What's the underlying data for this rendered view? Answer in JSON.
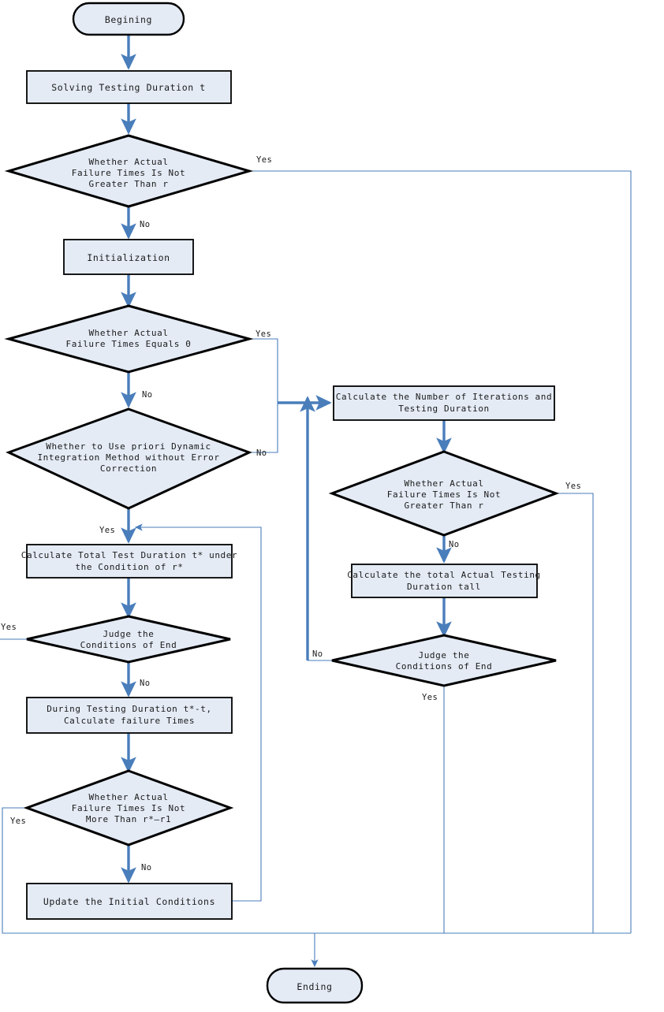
{
  "diagram": {
    "title": "Software Reliability Testing Duration Flowchart",
    "type": "flowchart",
    "colors": {
      "node_fill": "#e4ebf5",
      "node_stroke": "#000000",
      "edge": "#4a7ebb",
      "background": "#ffffff",
      "text": "#1a1a1a"
    },
    "nodes": {
      "begin": {
        "label": "Begining",
        "shape": "terminator"
      },
      "solving_duration": {
        "label": "Solving  Testing Duration t",
        "shape": "process"
      },
      "d_actual_not_greater_r_1": {
        "line1": "Whether  Actual",
        "line2": "Failure Times Is Not",
        "line3": "Greater Than r",
        "shape": "decision"
      },
      "initialization": {
        "label": "Initialization",
        "shape": "process"
      },
      "d_actual_equals_zero": {
        "line1": "Whether  Actual",
        "line2": "Failure Times Equals 0",
        "shape": "decision"
      },
      "d_priori_dynamic": {
        "line1": "Whether to Use  priori Dynamic",
        "line2": "Integration Method without Error",
        "line3": "Correction",
        "shape": "decision"
      },
      "calc_total_test_duration": {
        "line1": "Calculate Total Test Duration t* under",
        "line2": "the Condition of r*",
        "shape": "process"
      },
      "d_judge_end_left": {
        "line1": "Judge the",
        "line2": "Conditions of End",
        "shape": "decision"
      },
      "during_testing_duration": {
        "line1": "During Testing Duration t*-t,",
        "line2": "Calculate failure Times",
        "shape": "process"
      },
      "d_actual_not_more_than": {
        "line1": "Whether  Actual",
        "line2": "Failure Times Is Not",
        "line3": "More Than r*—r1",
        "shape": "decision"
      },
      "update_initial_conditions": {
        "label": "Update the Initial Conditions",
        "shape": "process"
      },
      "calc_iterations": {
        "line1": "Calculate the Number of Iterations and",
        "line2": "Testing Duration",
        "shape": "process"
      },
      "d_actual_not_greater_r_2": {
        "line1": "Whether  Actual",
        "line2": "Failure Times Is Not",
        "line3": "Greater Than r",
        "shape": "decision"
      },
      "calc_total_actual_duration": {
        "line1": "Calculate the total Actual Testing",
        "line2": "Duration tall",
        "shape": "process"
      },
      "d_judge_end_right": {
        "line1": "Judge the",
        "line2": "Conditions of End",
        "shape": "decision"
      },
      "end": {
        "label": "Ending",
        "shape": "terminator"
      }
    },
    "edge_labels": {
      "yes_1": "Yes",
      "no_1": "No",
      "yes_2": "Yes",
      "no_2": "No",
      "no_3": "No",
      "yes_3": "Yes",
      "yes_4": "Yes",
      "no_4": "No",
      "yes_5": "Yes",
      "no_5": "No",
      "yes_6": "Yes",
      "no_6": "No",
      "no_7": "No",
      "yes_7": "Yes"
    }
  }
}
